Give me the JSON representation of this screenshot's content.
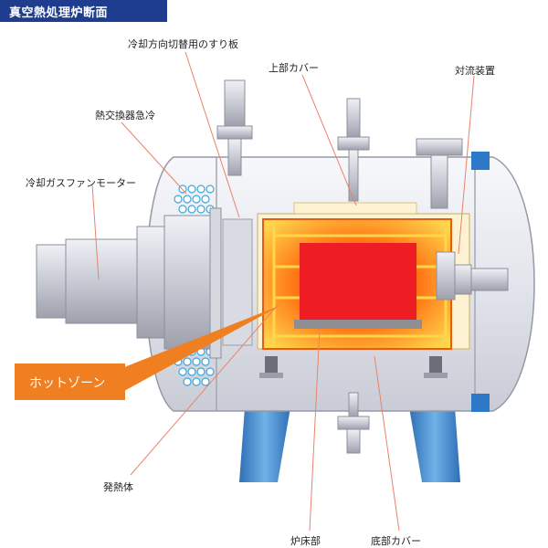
{
  "header": {
    "title": "真空熱処理炉断面"
  },
  "labels": {
    "cooling_plate": "冷却方向切替用のすり板",
    "upper_cover": "上部カバー",
    "convection": "対流装置",
    "heat_exchanger": "熱交換器急冷",
    "fan_motor": "冷却ガスファンモーター",
    "hot_zone": "ホットゾーン",
    "heater": "発熱体",
    "hearth": "炉床部",
    "bottom_cover": "底部カバー"
  },
  "colors": {
    "header_bg": "#1f3d8f",
    "hot_zone_callout": "#f07f22",
    "leader_line": "#e9836a",
    "core": "#ee1d23",
    "vessel": "#e3e5ec",
    "legs": "#3f86c6"
  }
}
